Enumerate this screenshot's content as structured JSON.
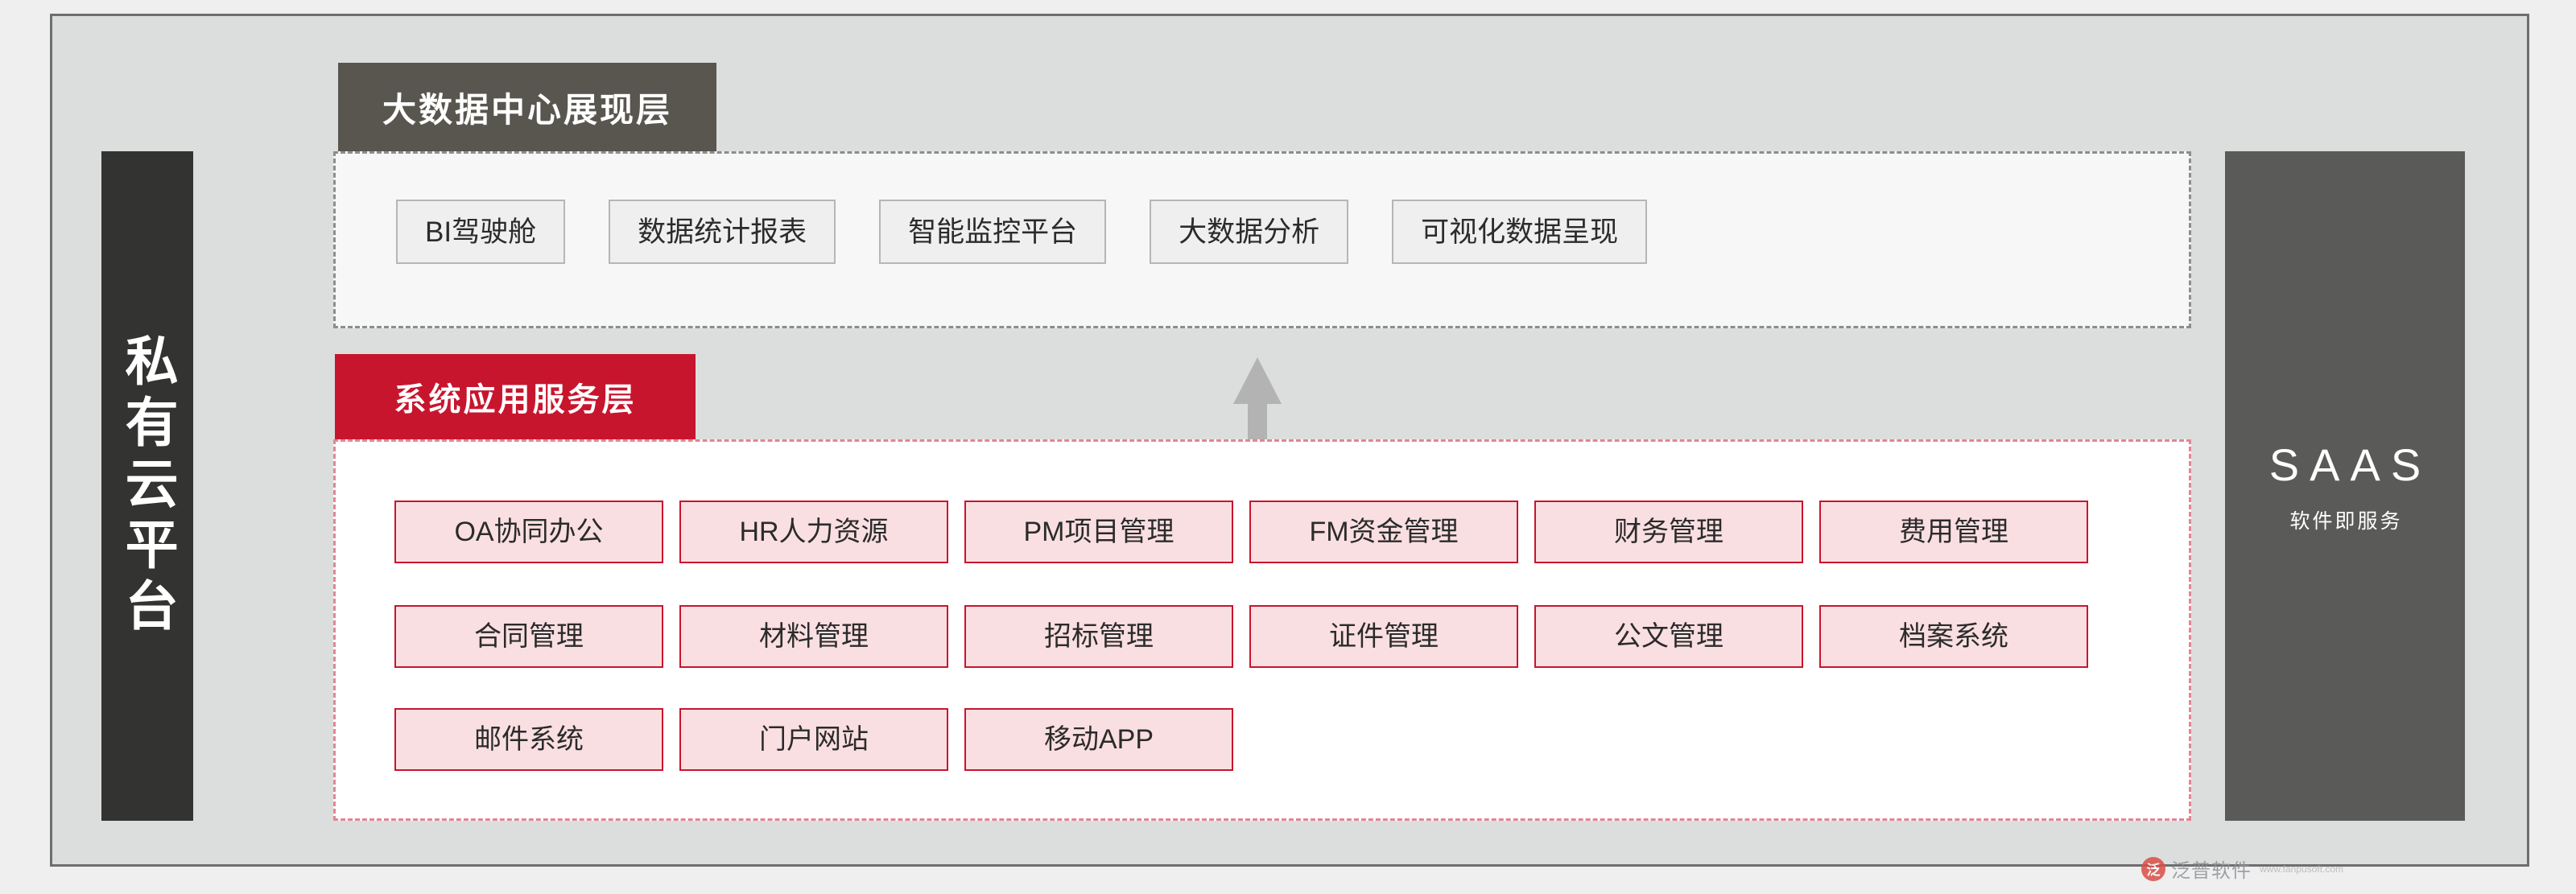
{
  "frame": {
    "background_color": "#dcdedd",
    "border_color": "#6e6e6e"
  },
  "left_panel": {
    "label": "私有云平台",
    "background_color": "#333332"
  },
  "right_panel": {
    "title": "SAAS",
    "subtitle": "软件即服务",
    "background_color": "#5a5a59"
  },
  "sections": [
    {
      "id": "display-layer",
      "header": "大数据中心展现层",
      "header_color": "#58564f",
      "items": [
        "BI驾驶舱",
        "数据统计报表",
        "智能监控平台",
        "大数据分析",
        "可视化数据呈现"
      ]
    },
    {
      "id": "application-layer",
      "header": "系统应用服务层",
      "header_color": "#c8152e",
      "rows": [
        [
          "OA协同办公",
          "HR人力资源",
          "PM项目管理",
          "FM资金管理",
          "财务管理",
          "费用管理"
        ],
        [
          "合同管理",
          "材料管理",
          "招标管理",
          "证件管理",
          "公文管理",
          "档案系统"
        ],
        [
          "邮件系统",
          "门户网站",
          "移动APP"
        ]
      ]
    }
  ],
  "arrow": {
    "direction": "up",
    "color": "#b3b3b3"
  },
  "watermark": {
    "badge": "泛",
    "text": "泛普软件",
    "sub": "www.fanpusoft.com"
  }
}
